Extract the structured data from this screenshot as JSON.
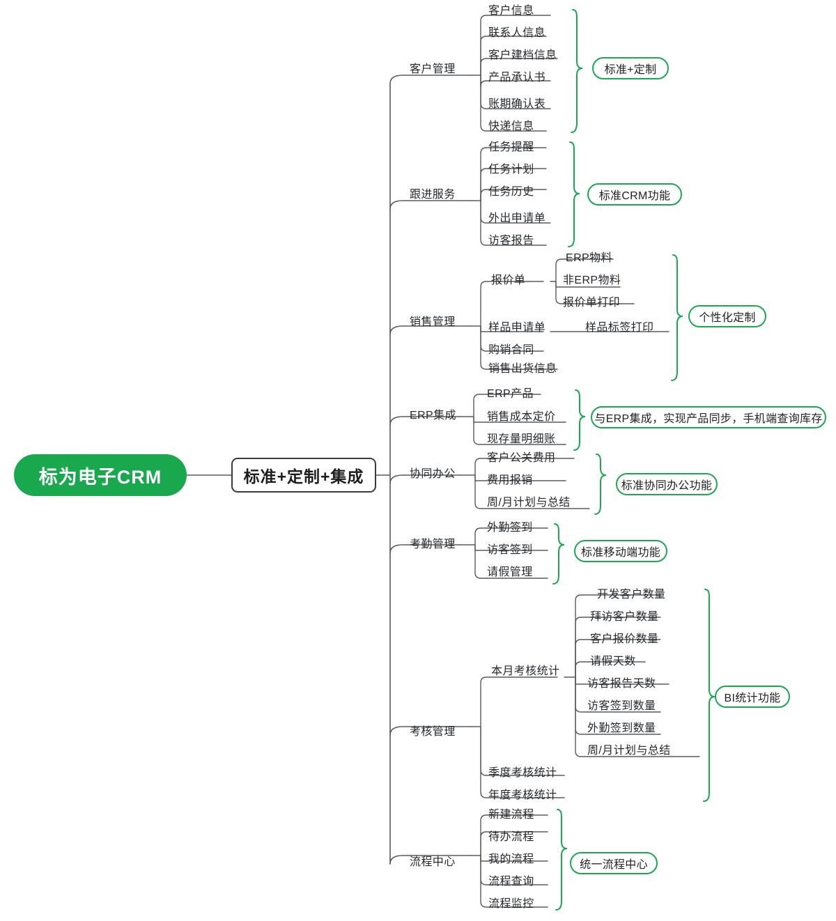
{
  "root": {
    "label": "标为电子CRM",
    "color": "#1aa84f",
    "text_color": "#ffffff"
  },
  "trunk": {
    "label": "标准+定制+集成"
  },
  "theme": {
    "accent": "#1aa84f",
    "line": "#5a5a5a",
    "text": "#24292e"
  },
  "branches": [
    {
      "label": "客户管理",
      "tag": "标准+定制",
      "children": [
        {
          "label": "客户信息"
        },
        {
          "label": "联系人信息"
        },
        {
          "label": "客户建档信息"
        },
        {
          "label": "产品承认书"
        },
        {
          "label": "账期确认表"
        },
        {
          "label": "快递信息"
        }
      ]
    },
    {
      "label": "跟进服务",
      "tag": "标准CRM功能",
      "children": [
        {
          "label": "任务提醒"
        },
        {
          "label": "任务计划"
        },
        {
          "label": "任务历史"
        },
        {
          "label": "外出申请单"
        },
        {
          "label": "访客报告"
        }
      ]
    },
    {
      "label": "销售管理",
      "tag": "个性化定制",
      "children": [
        {
          "label": "报价单",
          "children": [
            {
              "label": "ERP物料"
            },
            {
              "label": "非ERP物料"
            },
            {
              "label": "报价单打印"
            }
          ]
        },
        {
          "label": "样品申请单",
          "children": [
            {
              "label": "样品标签打印"
            }
          ]
        },
        {
          "label": "购销合同"
        },
        {
          "label": "销售出货信息"
        }
      ]
    },
    {
      "label": "ERP集成",
      "tag": "与ERP集成，实现产品同步，手机端查询库存",
      "children": [
        {
          "label": "ERP产品"
        },
        {
          "label": "销售成本定价"
        },
        {
          "label": "现存量明细账"
        }
      ]
    },
    {
      "label": "协同办公",
      "tag": "标准协同办公功能",
      "children": [
        {
          "label": "客户公关费用"
        },
        {
          "label": "费用报销"
        },
        {
          "label": "周/月计划与总结"
        }
      ]
    },
    {
      "label": "考勤管理",
      "tag": "标准移动端功能",
      "children": [
        {
          "label": "外勤签到"
        },
        {
          "label": "访客签到"
        },
        {
          "label": "请假管理"
        }
      ]
    },
    {
      "label": "考核管理",
      "tag": "BI统计功能",
      "children": [
        {
          "label": "本月考核统计",
          "children": [
            {
              "label": "开发客户数量"
            },
            {
              "label": "拜访客户数量"
            },
            {
              "label": "客户报价数量"
            },
            {
              "label": "请假天数"
            },
            {
              "label": "访客报告天数"
            },
            {
              "label": "访客签到数量"
            },
            {
              "label": "外勤签到数量"
            },
            {
              "label": "周/月计划与总结"
            }
          ]
        },
        {
          "label": "季度考核统计"
        },
        {
          "label": "年度考核统计"
        }
      ]
    },
    {
      "label": "流程中心",
      "tag": "统一流程中心",
      "children": [
        {
          "label": "新建流程"
        },
        {
          "label": "待办流程"
        },
        {
          "label": "我的流程"
        },
        {
          "label": "流程查询"
        },
        {
          "label": "流程监控"
        }
      ]
    }
  ]
}
